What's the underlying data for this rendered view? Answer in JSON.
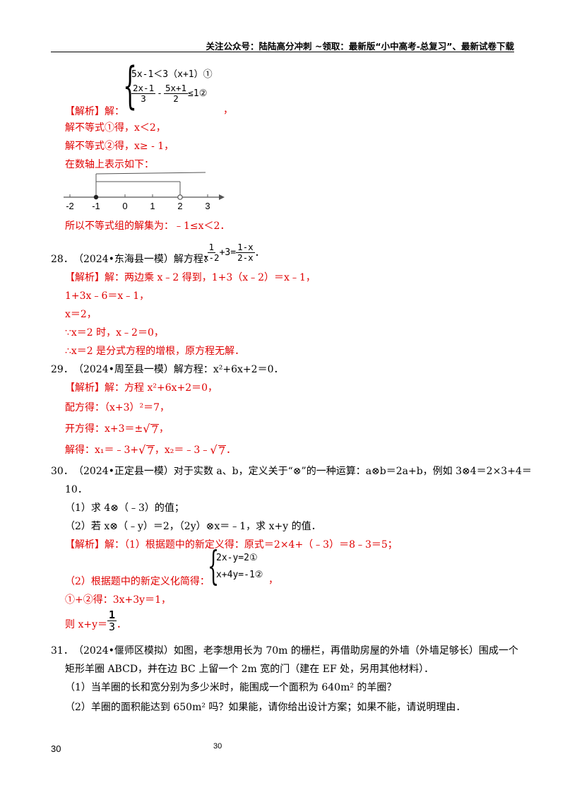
{
  "header": {
    "text": "关注公众号：陆陆高分冲刺 ~领取：最新版“小中高考-总复习”、最新试卷下载"
  },
  "q27": {
    "sys_line1": "5x-1＜3（x+1）①",
    "sys_l2_num1": "2x-1",
    "sys_l2_den1": "3",
    "sys_l2_mid": "-",
    "sys_l2_num2": "5x+1",
    "sys_l2_den2": "2",
    "sys_l2_tail": "≤1②",
    "analysis_label": "【解析】解：",
    "comma": "，",
    "step1": "解不等式①得，x＜2，",
    "step2": "解不等式②得，x≥ - 1，",
    "step3": "在数轴上表示如下：",
    "ticks": [
      "-2",
      "-1",
      "0",
      "1",
      "2",
      "3"
    ],
    "conclusion": "所以不等式组的解集为：﹣1≤x＜2．"
  },
  "q28": {
    "number": "28．",
    "stem": "（2024•东海县一模）解方程：",
    "f1_num": "1",
    "f1_den": "x-2",
    "mid": "+3=",
    "f2_num": "1-x",
    "f2_den": "2-x",
    "end": "．",
    "a1": "【解析】解：两边乘 x﹣2 得到，1+3（x﹣2）＝x﹣1，",
    "a2": "1+3x﹣6＝x﹣1，",
    "a3": "x＝2，",
    "a4": "∵x＝2 时，x﹣2＝0，",
    "a5": "∴x＝2 是分式方程的增根，原方程无解．"
  },
  "q29": {
    "number": "29．",
    "stem": "（2024•周至县一模）解方程：x²+6x+2＝0．",
    "a1": "【解析】解：方程 x²+6x+2＝0，",
    "a2": "配方得：（x+3）²＝7，",
    "a3_pre": "开方得：x+3＝±",
    "a4_pre": "解得：x₁＝﹣3+",
    "a4_mid": "，x₂＝﹣3﹣",
    "sqrt_val": "7",
    "comma": "，",
    "period": "．"
  },
  "q30": {
    "number": "30．",
    "stem1": "（2024•正定县一模）对于实数 a、b，定义关于“⊗”的一种运算：a⊗b＝2a+b，例如 3⊗4＝2×3+4＝",
    "stem2": "10．",
    "p1": "（1）求 4⊗（﹣3）的值；",
    "p2": "（2）若 x⊗（﹣y）＝2，（2y）⊗x＝﹣1，求 x+y 的值．",
    "a1": "【解析】解：（1）根据题中的新定义得：原式＝2×4+（﹣3）＝8﹣3＝5；",
    "a2": "（2）根据题中的新定义化简得：",
    "sys1": "2x-y=2①",
    "sys2": "x+4y=-1②",
    "comma": "，",
    "a3": "①+②得：3x+3y＝1，",
    "a4_pre": "则 x+y＝",
    "frac_num": "1",
    "frac_den": "3",
    "a4_end": "．"
  },
  "q31": {
    "number": "31．",
    "stem1": "（2024•偃师区模拟）如图，老李想用长为 70m 的栅栏，再借助房屋的外墙（外墙足够长）围成一个",
    "stem2": "矩形羊圈 ABCD，并在边 BC 上留一个 2m 宽的门（建在 EF 处，另用其他材料）．",
    "p1": "（1）当羊圈的长和宽分别为多少米时，能围成一个面积为 640m² 的羊圈？",
    "p2": "（2）羊圈的面积能达到 650m² 吗？如果能，请你给出设计方案；如果不能，请说明理由．"
  },
  "footer": {
    "left": "30",
    "center": "30"
  }
}
